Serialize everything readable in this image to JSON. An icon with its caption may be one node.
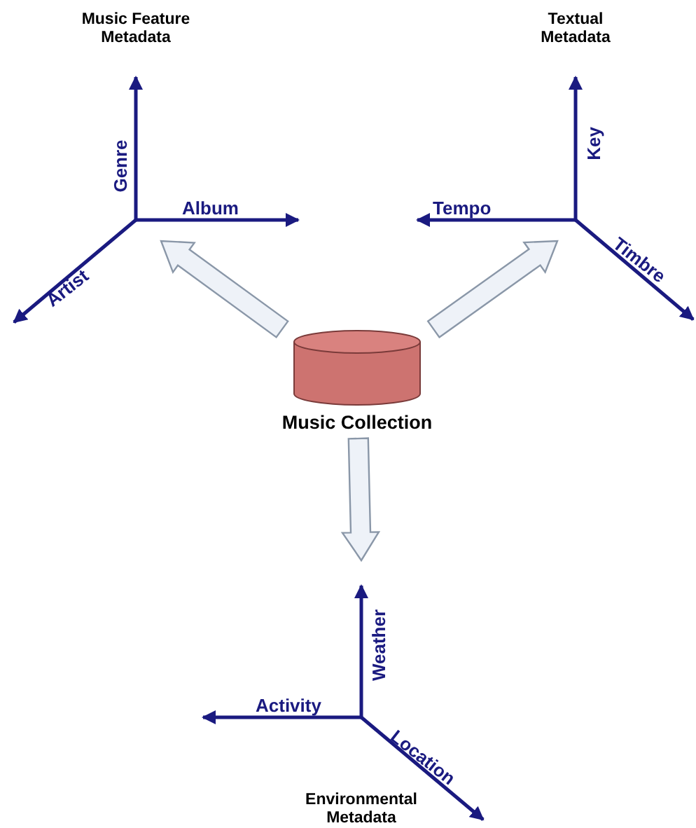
{
  "diagram": {
    "nodes": [
      {
        "text": [
          "Music Collection"
        ]
      },
      {
        "text": [
          "Music Feature Metadata"
        ]
      },
      {
        "text": [
          "Textual Metadata"
        ]
      },
      {
        "text": [
          "Environmental Metadata"
        ]
      }
    ],
    "edges": [
      {
        "from": 0,
        "to": 1,
        "arrow": "to"
      },
      {
        "from": 0,
        "to": 2,
        "arrow": "to"
      },
      {
        "from": 0,
        "to": 3,
        "arrow": "to"
      }
    ],
    "labels": [
      "Genre",
      "Album",
      "Artist",
      "Key",
      "Tempo",
      "Timbre",
      "Weather",
      "Activity",
      "Location"
    ]
  }
}
